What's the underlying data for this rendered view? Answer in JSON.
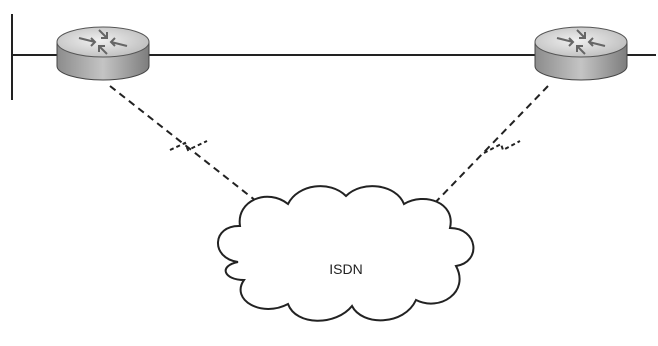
{
  "diagram": {
    "cloud_label": "ISDN"
  },
  "nodes": [
    {
      "id": "router-left",
      "icon": "router-icon"
    },
    {
      "id": "router-right",
      "icon": "router-icon"
    },
    {
      "id": "isdn-cloud",
      "icon": "cloud-icon"
    }
  ],
  "links": [
    {
      "from": "router-left",
      "to": "isdn-cloud",
      "style": "dashed",
      "marker": "lightning-bolt"
    },
    {
      "from": "router-right",
      "to": "isdn-cloud",
      "style": "dashed",
      "marker": "lightning-bolt"
    }
  ],
  "colors": {
    "line": "#222222",
    "router_top": "#d9d9d9",
    "router_side": "#9a9a9a",
    "cloud_fill": "#ffffff"
  }
}
